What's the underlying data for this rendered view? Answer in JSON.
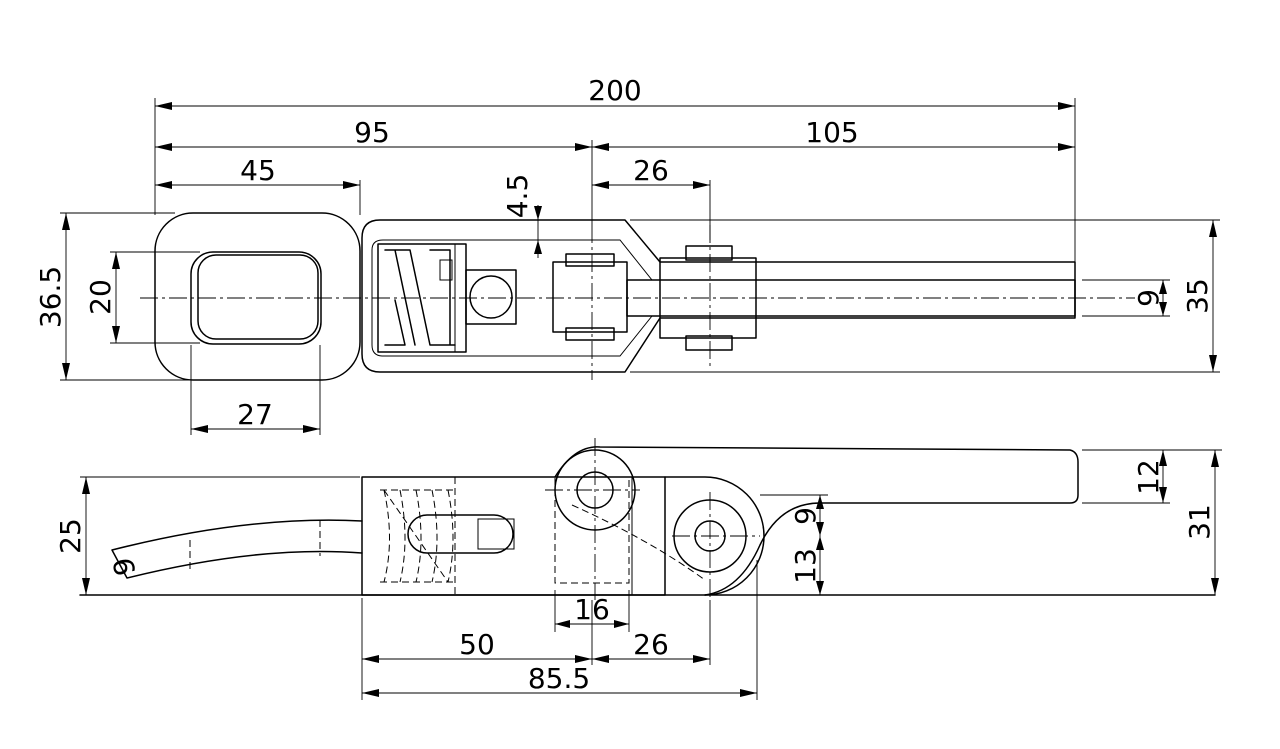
{
  "dimensions": {
    "overall_length": "200",
    "left_section": "95",
    "right_section": "105",
    "loop_width": "45",
    "pivot_offset_top": "26",
    "plate_thickness": "4.5",
    "loop_height": "36.5",
    "slot_height": "20",
    "slot_width": "27",
    "lever_width": "9",
    "body_height": "35",
    "side_height": "25",
    "hook_width": "9",
    "lever_thickness": "12",
    "total_height": "31",
    "hinge_height_upper": "9",
    "hinge_height_lower": "13",
    "hinge_width": "16",
    "base_length": "50",
    "pivot_offset_bottom": "26",
    "base_total": "85.5"
  }
}
